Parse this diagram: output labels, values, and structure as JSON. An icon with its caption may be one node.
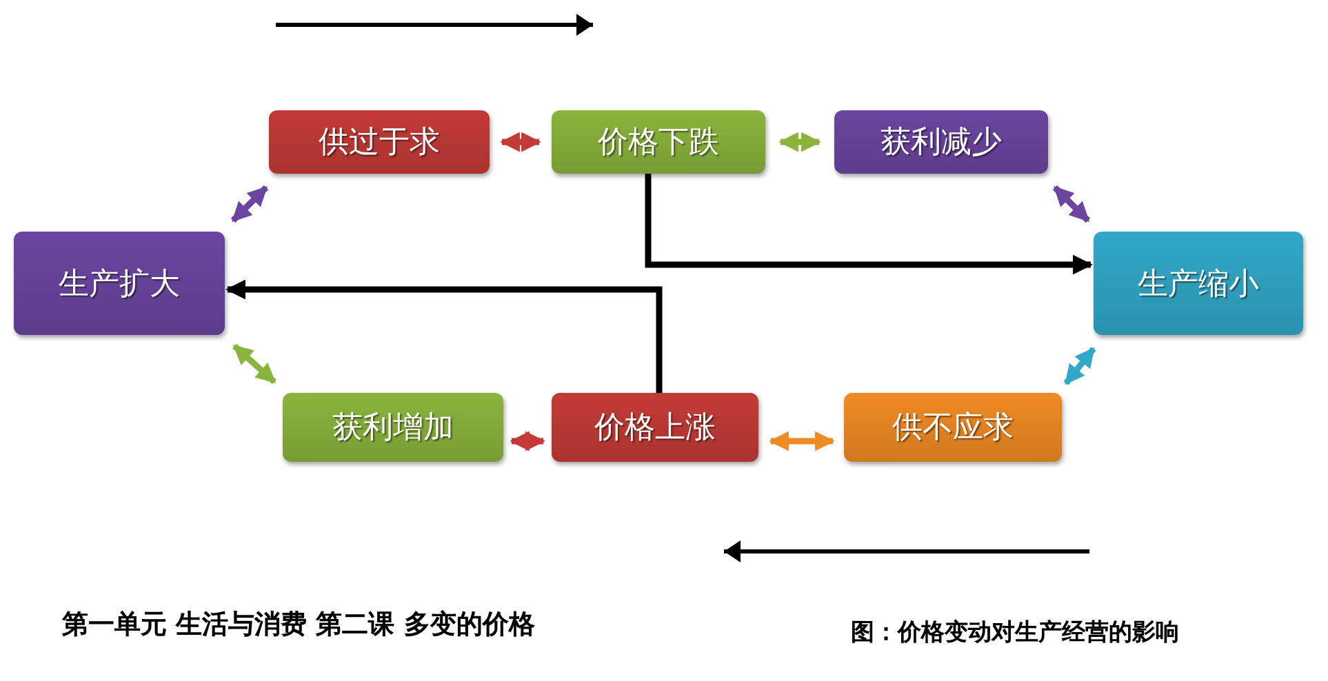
{
  "diagram": {
    "nodes": [
      {
        "text": [
          "供过于求"
        ]
      },
      {
        "text": [
          "价格下跌"
        ]
      },
      {
        "text": [
          "获利减少"
        ]
      },
      {
        "text": [
          "生产扩大"
        ]
      },
      {
        "text": [
          "生产缩小"
        ]
      },
      {
        "text": [
          "获利增加"
        ]
      },
      {
        "text": [
          "价格上涨"
        ]
      },
      {
        "text": [
          "供不应求"
        ]
      }
    ],
    "edges": [
      {
        "from": 0,
        "to": 1,
        "arrow": "both",
        "color": "#c33b36"
      },
      {
        "from": 1,
        "to": 2,
        "arrow": "both",
        "color": "#8ab43c"
      },
      {
        "from": 0,
        "to": 3,
        "arrow": "both",
        "color": "#6b45a0"
      },
      {
        "from": 2,
        "to": 4,
        "arrow": "both",
        "color": "#6b45a0"
      },
      {
        "from": 1,
        "to": 4,
        "arrow": "to",
        "color": "#000000"
      },
      {
        "from": 6,
        "to": 3,
        "arrow": "to",
        "color": "#000000"
      },
      {
        "from": 3,
        "to": 5,
        "arrow": "both",
        "color": "#8ab43c"
      },
      {
        "from": 7,
        "to": 4,
        "arrow": "both",
        "color": "#31a8c8"
      },
      {
        "from": 5,
        "to": 6,
        "arrow": "both",
        "color": "#c33b36"
      },
      {
        "from": 6,
        "to": 7,
        "arrow": "both",
        "color": "#f08a24"
      }
    ],
    "labels": [
      "第一单元 生活与消费 第二课 多变的价格",
      "图：价格变动对生产经营的影响"
    ]
  }
}
